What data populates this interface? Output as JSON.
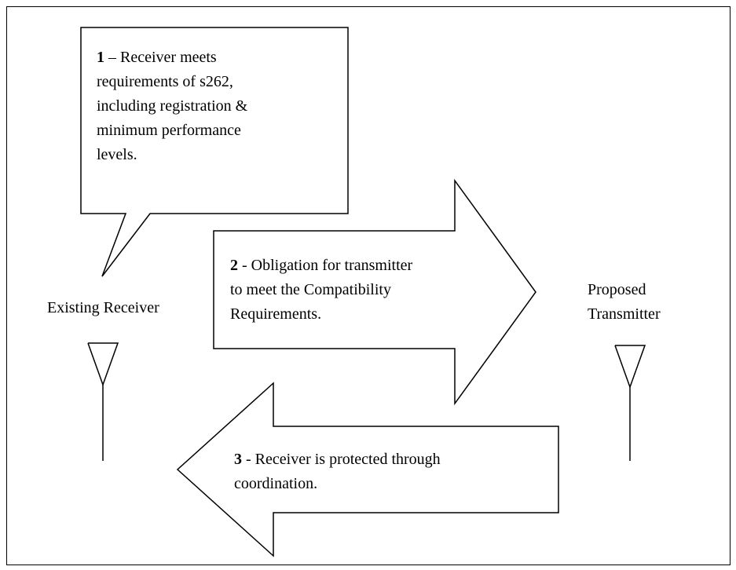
{
  "callout": {
    "number": "1",
    "lines": [
      " – Receiver meets",
      "requirements of s262,",
      "including registration &",
      "minimum performance",
      "levels."
    ]
  },
  "arrow_right": {
    "number": "2",
    "lines": [
      " - Obligation for transmitter",
      "to meet the Compatibility",
      "Requirements."
    ]
  },
  "arrow_left": {
    "number": "3",
    "lines": [
      " - Receiver is protected through",
      "coordination."
    ]
  },
  "receiver": {
    "label": "Existing Receiver",
    "icon": "antenna-icon"
  },
  "transmitter": {
    "label_line1": "Proposed",
    "label_line2": "Transmitter",
    "icon": "antenna-icon"
  }
}
